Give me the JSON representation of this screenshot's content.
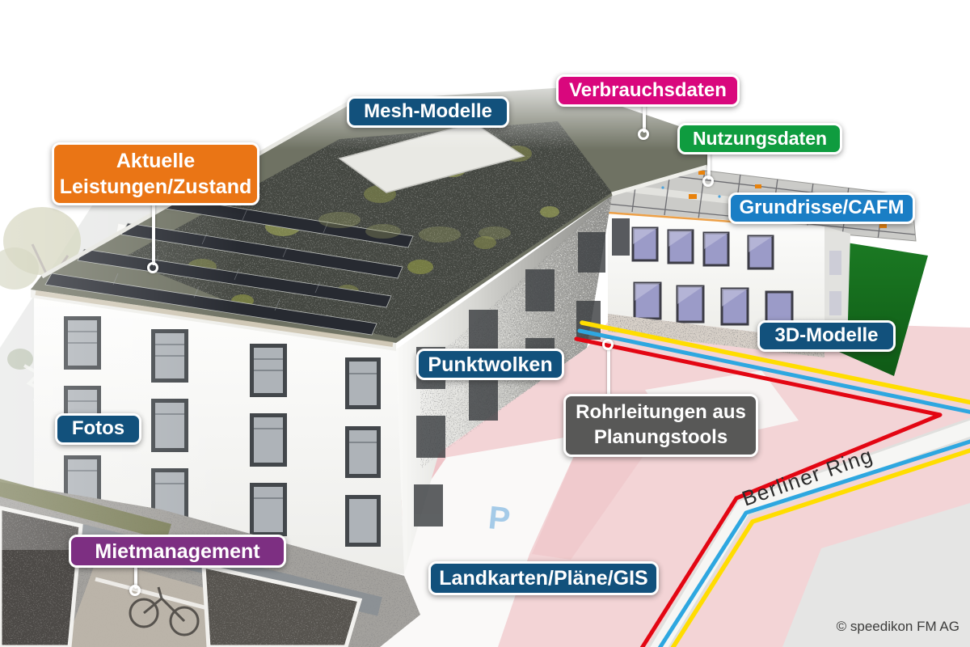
{
  "callouts": {
    "verbrauchsdaten": {
      "text": "Verbrauchsdaten",
      "color": "#D9077D"
    },
    "mesh_modelle": {
      "text": "Mesh-Modelle",
      "color": "#12517C"
    },
    "nutzungsdaten": {
      "text": "Nutzungsdaten",
      "color": "#0F9C3F"
    },
    "grundrisse_cafm": {
      "text": "Grundrisse/CAFM",
      "color": "#1A7EC5"
    },
    "aktuelle_leistungen": {
      "text": "Aktuelle\nLeistungen/Zustand",
      "color": "#EA7515"
    },
    "modelle_3d": {
      "text": "3D-Modelle",
      "color": "#12517C"
    },
    "punktwolken": {
      "text": "Punktwolken",
      "color": "#12517C"
    },
    "rohrleitungen": {
      "text": "Rohrleitungen aus\nPlanungstools",
      "color": "#585857"
    },
    "fotos": {
      "text": "Fotos",
      "color": "#12517C"
    },
    "mietmanagement": {
      "text": "Mietmanagement",
      "color": "#7D2F82"
    },
    "landkarten_plaene_gis": {
      "text": "Landkarten/Pläne/GIS",
      "color": "#12517C"
    }
  },
  "map": {
    "street_name": "Berliner Ring",
    "parking_symbol": "P",
    "pipe_colors": {
      "yellow": "#FFDD00",
      "blue": "#2EA7E0",
      "red": "#E30613"
    }
  },
  "footer": {
    "copyright": "© speedikon FM AG"
  }
}
